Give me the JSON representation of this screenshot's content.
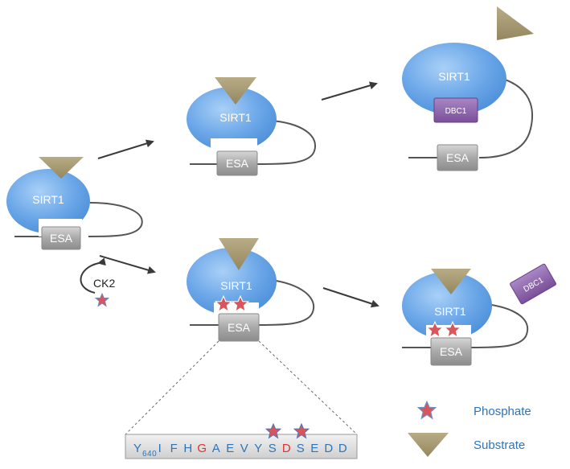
{
  "labels": {
    "sirt1": "SIRT1",
    "esa": "ESA",
    "dbc1": "DBC1",
    "ck2": "CK2"
  },
  "legend": {
    "phosphate": "Phosphate",
    "substrate": "Substrate"
  },
  "sequence": {
    "start_residue": "Y",
    "start_number": "640",
    "residues": [
      "I",
      "F",
      "H",
      "G",
      "A",
      "E",
      "V",
      "Y",
      "S",
      "D",
      "S",
      "E",
      "D",
      "D"
    ],
    "highlighted_residues": [
      "G",
      "D"
    ],
    "phosphorylated_positions": [
      9,
      11
    ]
  },
  "colors": {
    "sirt1_fill": "#6aa6e8",
    "esa_fill": "#a8a8a8",
    "dbc1_fill": "#8a62a8",
    "substrate_fill": "#a79a72",
    "phosphate_star": "#d9555b",
    "arrow": "#3a3a3a",
    "sequence_text": "#2e75b6",
    "sequence_highlight": "#e03030"
  }
}
